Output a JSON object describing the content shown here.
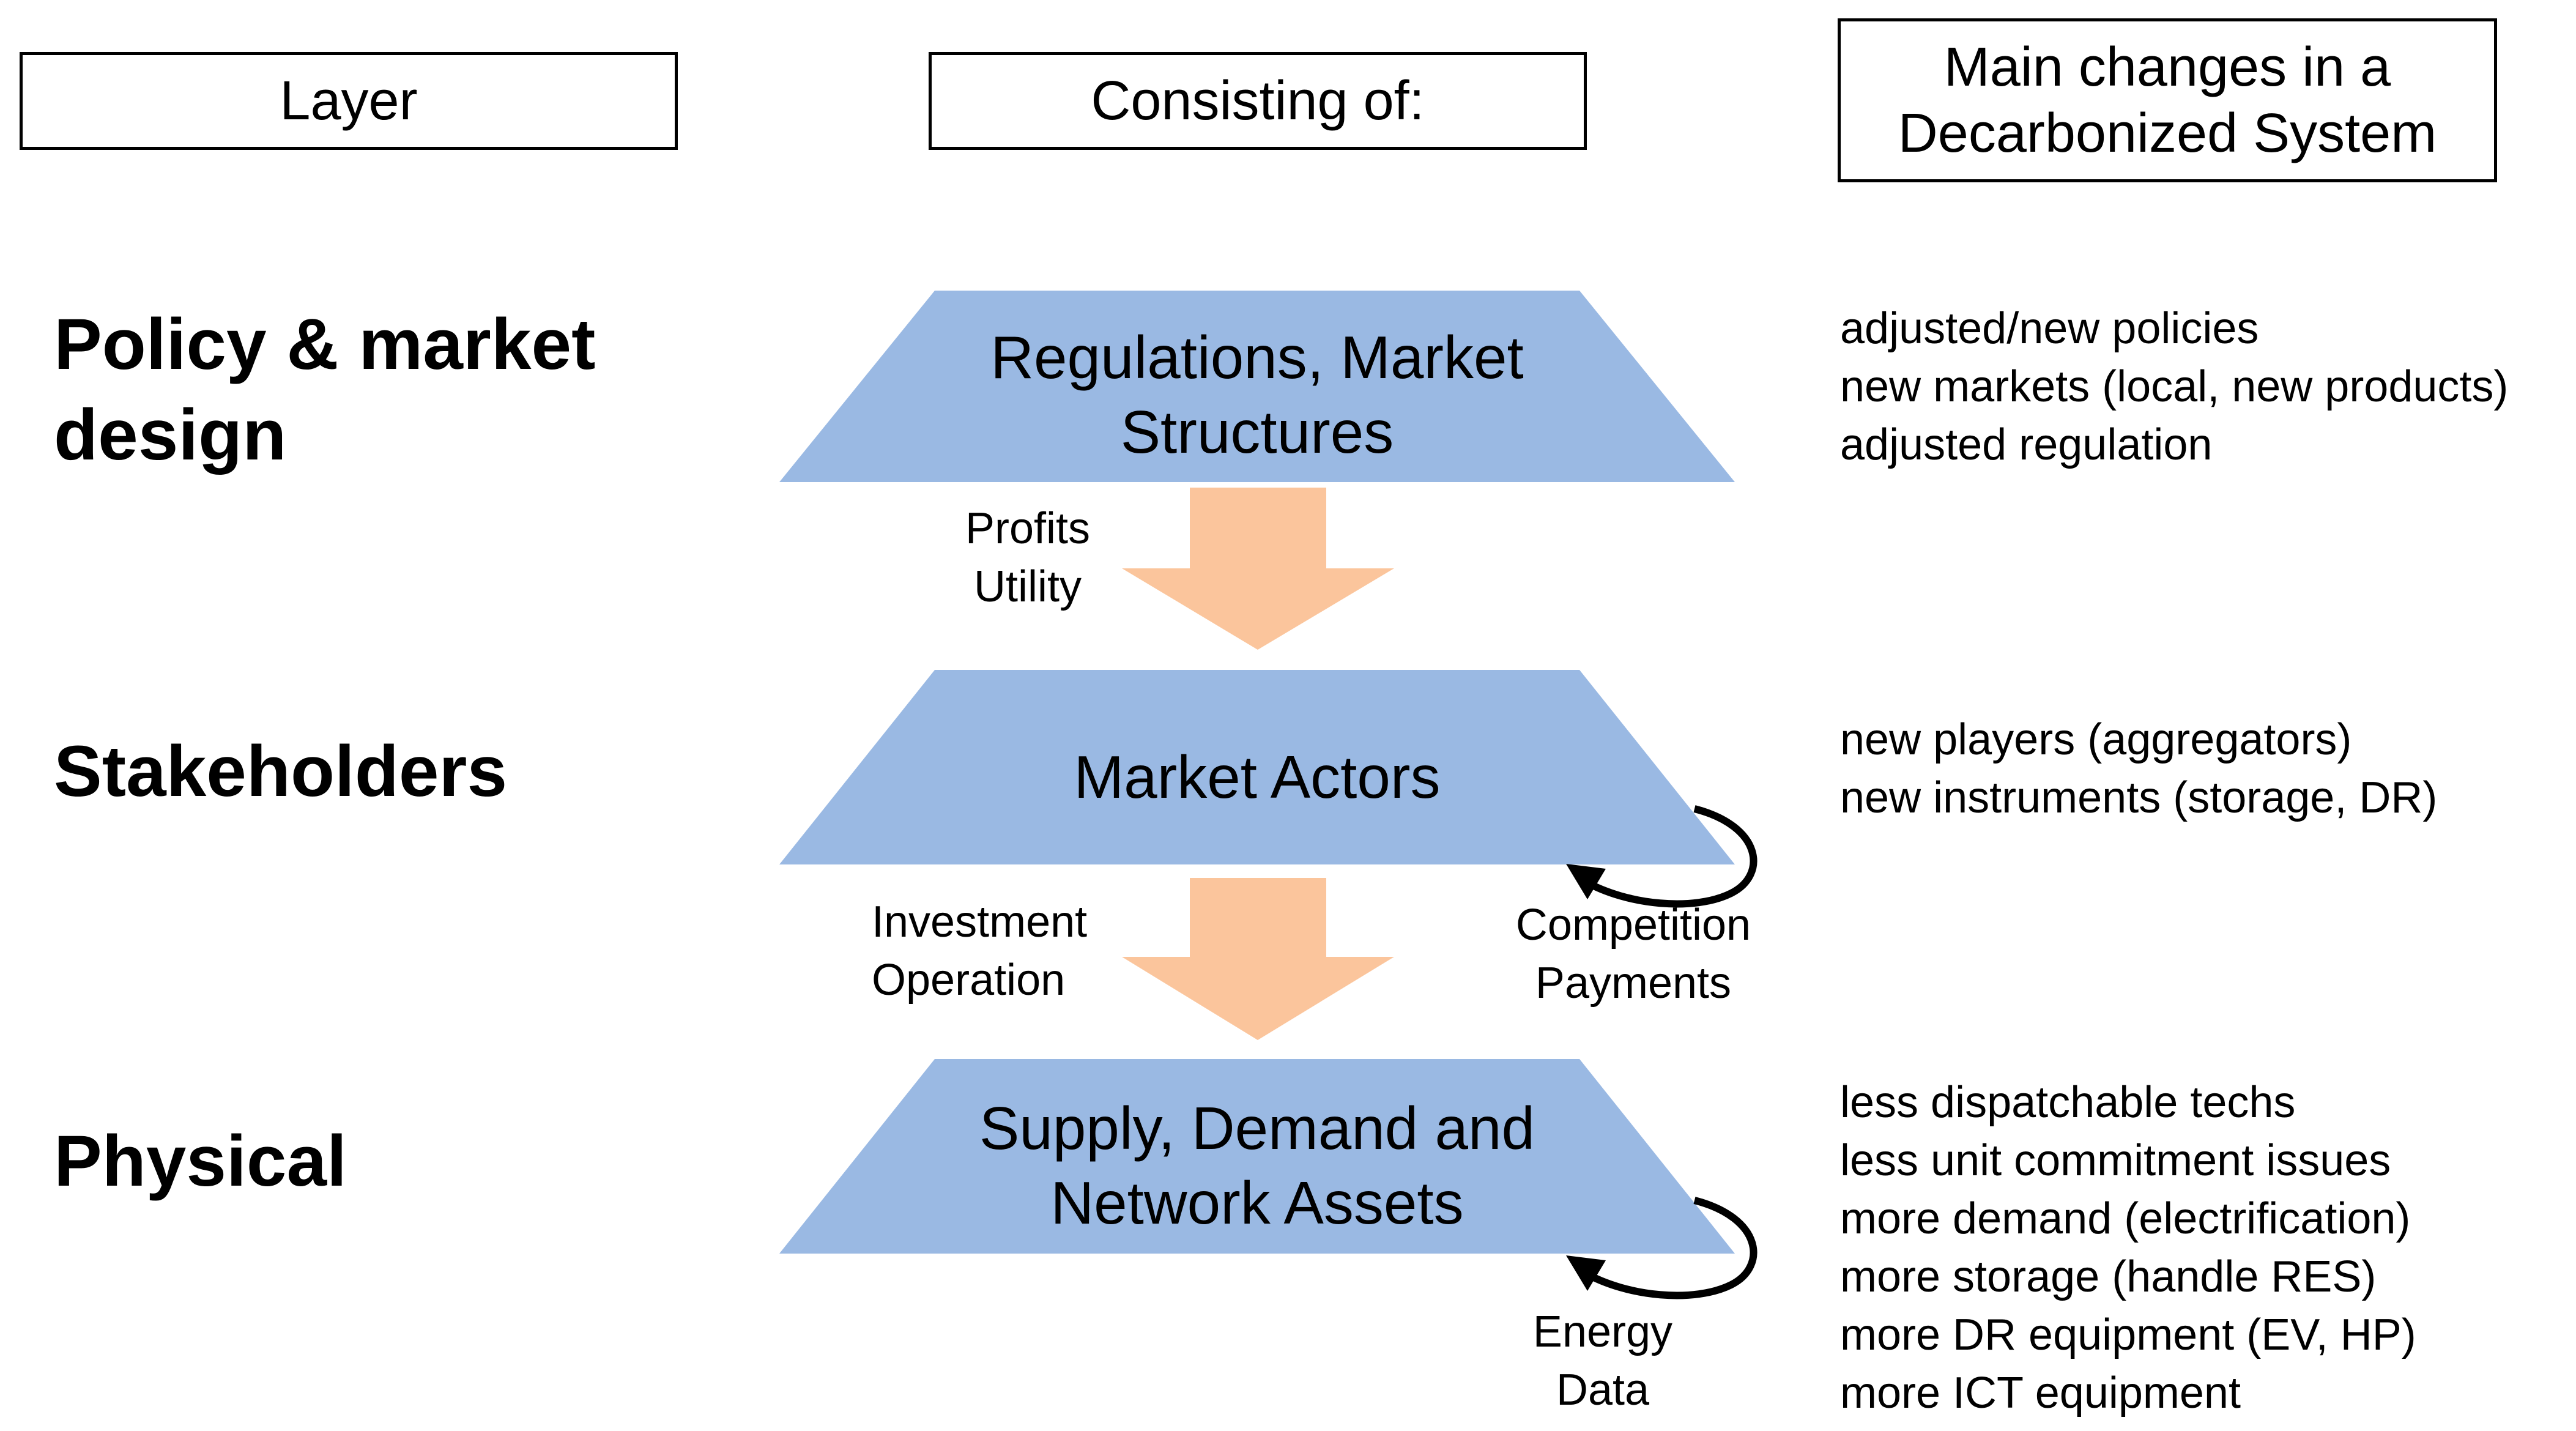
{
  "headers": {
    "layer": "Layer",
    "consisting": "Consisting of:",
    "changes": [
      "Main changes in a",
      "Decarbonized System"
    ]
  },
  "layers": [
    {
      "name": [
        "Policy & market",
        "design"
      ],
      "component": [
        "Regulations, Market",
        "Structures"
      ],
      "changes": [
        "adjusted/new policies",
        "new markets (local, new products)",
        "adjusted regulation"
      ]
    },
    {
      "name": [
        "Stakeholders"
      ],
      "component": [
        "Market Actors"
      ],
      "changes": [
        "new players (aggregators)",
        "new instruments (storage, DR)"
      ]
    },
    {
      "name": [
        "Physical"
      ],
      "component": [
        "Supply, Demand and",
        "Network Assets"
      ],
      "changes": [
        "less dispatchable techs",
        "less unit commitment issues",
        "more demand (electrification)",
        "more storage (handle RES)",
        "more DR equipment (EV, HP)",
        "more ICT equipment"
      ]
    }
  ],
  "flows": {
    "down_1": [
      "Profits",
      "Utility"
    ],
    "down_2": [
      "Investment",
      "Operation"
    ],
    "loop_1": [
      "Competition",
      "Payments"
    ],
    "loop_2": [
      "Energy",
      "Data"
    ]
  },
  "colors": {
    "trapezoid": "#9ab9e3",
    "arrow": "#fbc59c",
    "stroke": "#000000"
  }
}
